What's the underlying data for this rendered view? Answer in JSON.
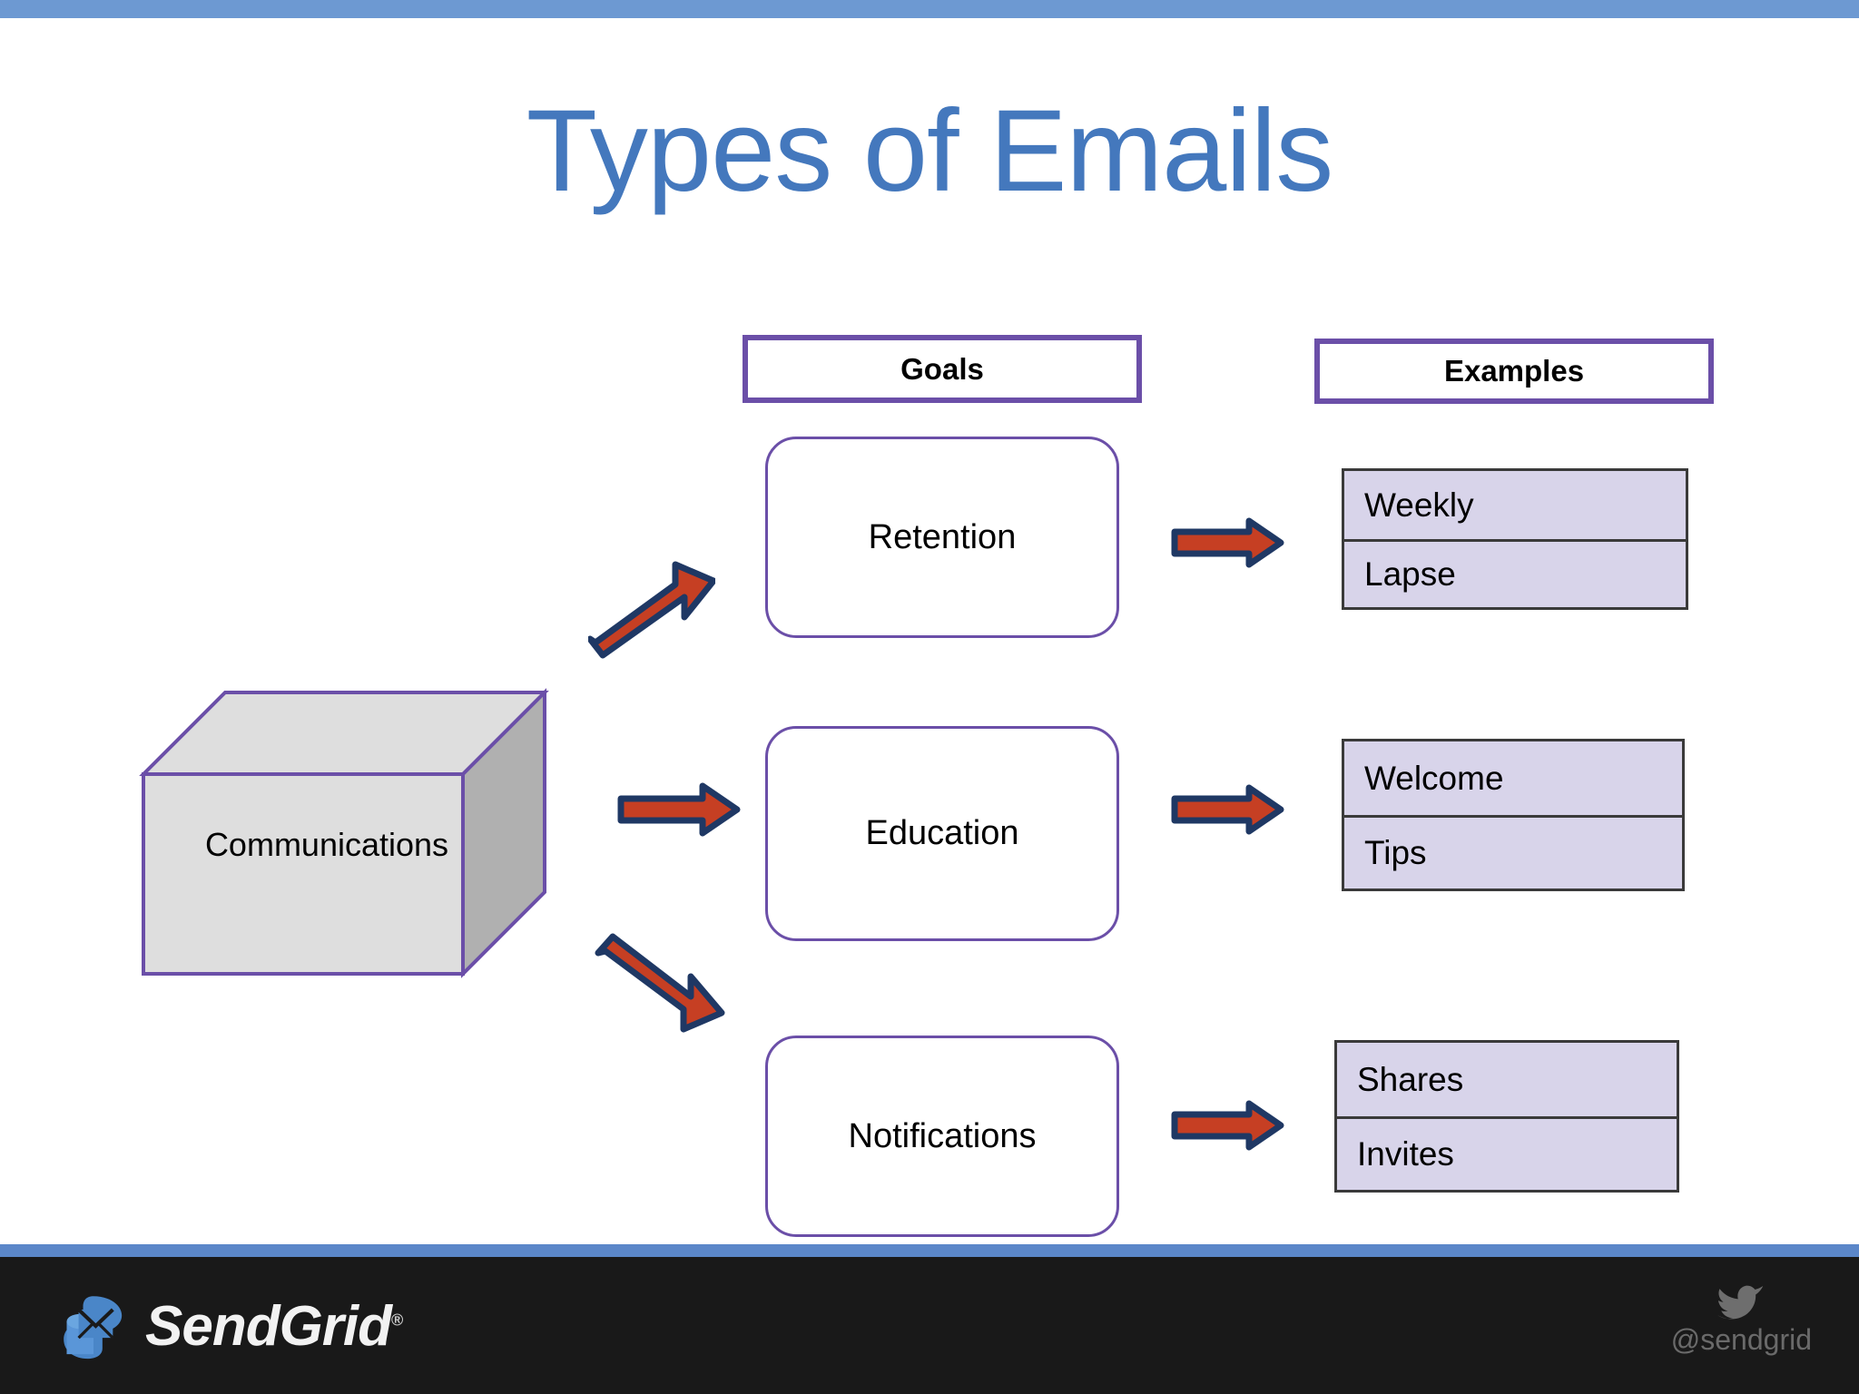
{
  "slide": {
    "title": "Types of Emails",
    "background_color": "#ffffff",
    "accent_bar_color": "#6d99d2",
    "title_color": "#4478bd",
    "shape_outline_color": "#6b4fa8",
    "arrow_fill_color": "#c63f23",
    "arrow_outline_color": "#1f3864",
    "table_fill_color": "#d8d4ea"
  },
  "columns": {
    "goals_header": "Goals",
    "examples_header": "Examples"
  },
  "source": {
    "label": "Communications",
    "shape": "cube-3d"
  },
  "rows": [
    {
      "goal": "Retention",
      "examples": [
        "Weekly",
        "Lapse"
      ],
      "source_arrow_icon": "arrow-up-right-icon",
      "goal_arrow_icon": "arrow-right-icon"
    },
    {
      "goal": "Education",
      "examples": [
        "Welcome",
        "Tips"
      ],
      "source_arrow_icon": "arrow-right-icon",
      "goal_arrow_icon": "arrow-right-icon"
    },
    {
      "goal": "Notifications",
      "examples": [
        "Shares",
        "Invites"
      ],
      "source_arrow_icon": "arrow-down-right-icon",
      "goal_arrow_icon": "arrow-right-icon"
    }
  ],
  "footer": {
    "brand_name": "SendGrid",
    "trademark": "®",
    "logo_icon": "sendgrid-envelope-icon",
    "social_icon": "twitter-bird-icon",
    "social_handle": "@sendgrid"
  }
}
